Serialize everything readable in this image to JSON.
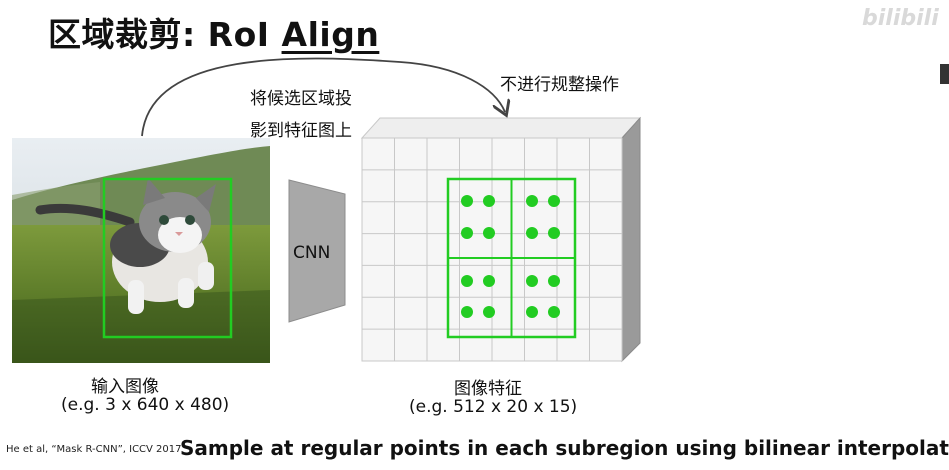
{
  "slide": {
    "title_prefix": "区域裁剪: RoI ",
    "title_underlined": "Align",
    "watermark": "bilibili",
    "arc_label_line1": "将候选区域投",
    "arc_label_line2": "影到特征图上",
    "no_quantize_label": "不进行规整操作",
    "cnn_label": "CNN",
    "input_label": "输入图像",
    "input_dims": "(e.g. 3 x 640 x 480)",
    "feature_label": "图像特征",
    "feature_dims": "(e.g. 512 x 20 x 15)",
    "citation": "He et al, “Mask R-CNN”, ICCV 2017",
    "bottom_caption": "Sample at regular points  in each subregion using  bilinear interpolation"
  },
  "colors": {
    "roi_green": "#22cc22",
    "grid_line": "#c8c8c8",
    "cube_front": "#f6f6f6",
    "cube_top": "#eeeeee",
    "cube_side": "#9a9a9a",
    "trapezoid": "#a8a8a8"
  },
  "icons": [
    "curved-arrow-icon",
    "side-tab-icon"
  ]
}
